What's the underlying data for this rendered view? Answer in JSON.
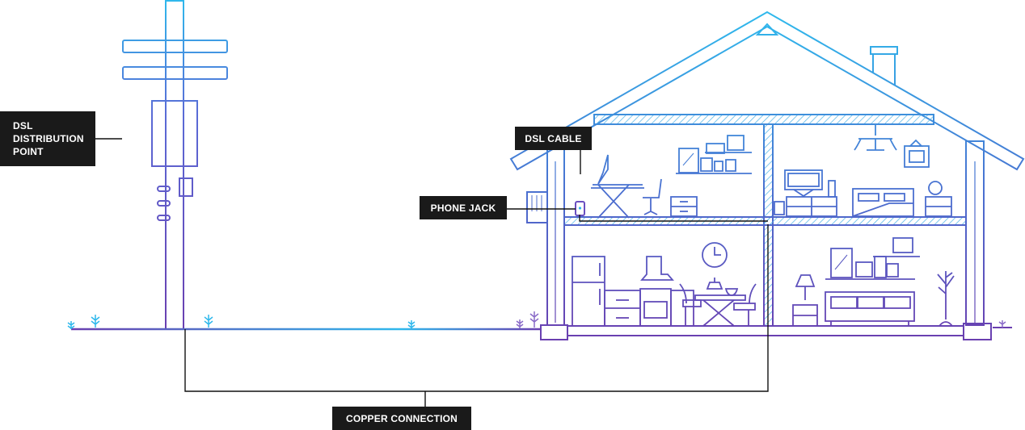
{
  "labels": {
    "distribution_point": "DSL\nDISTRIBUTION\nPOINT",
    "dsl_cable": "DSL CABLE",
    "phone_jack": "PHONE JACK",
    "copper_connection": "COPPER CONNECTION"
  },
  "colors": {
    "gradient_top": "#2fb8ec",
    "gradient_bottom": "#6a3fb0",
    "hatch": "#54b6e8",
    "label_bg": "#1a1a1a",
    "label_text": "#ffffff",
    "wire": "#111111"
  },
  "icons": [
    "utility-pole-icon",
    "house-icon",
    "phone-jack-icon",
    "grass-icon",
    "desk-icon",
    "sofa-icon",
    "kitchen-icon",
    "bed-icon"
  ]
}
